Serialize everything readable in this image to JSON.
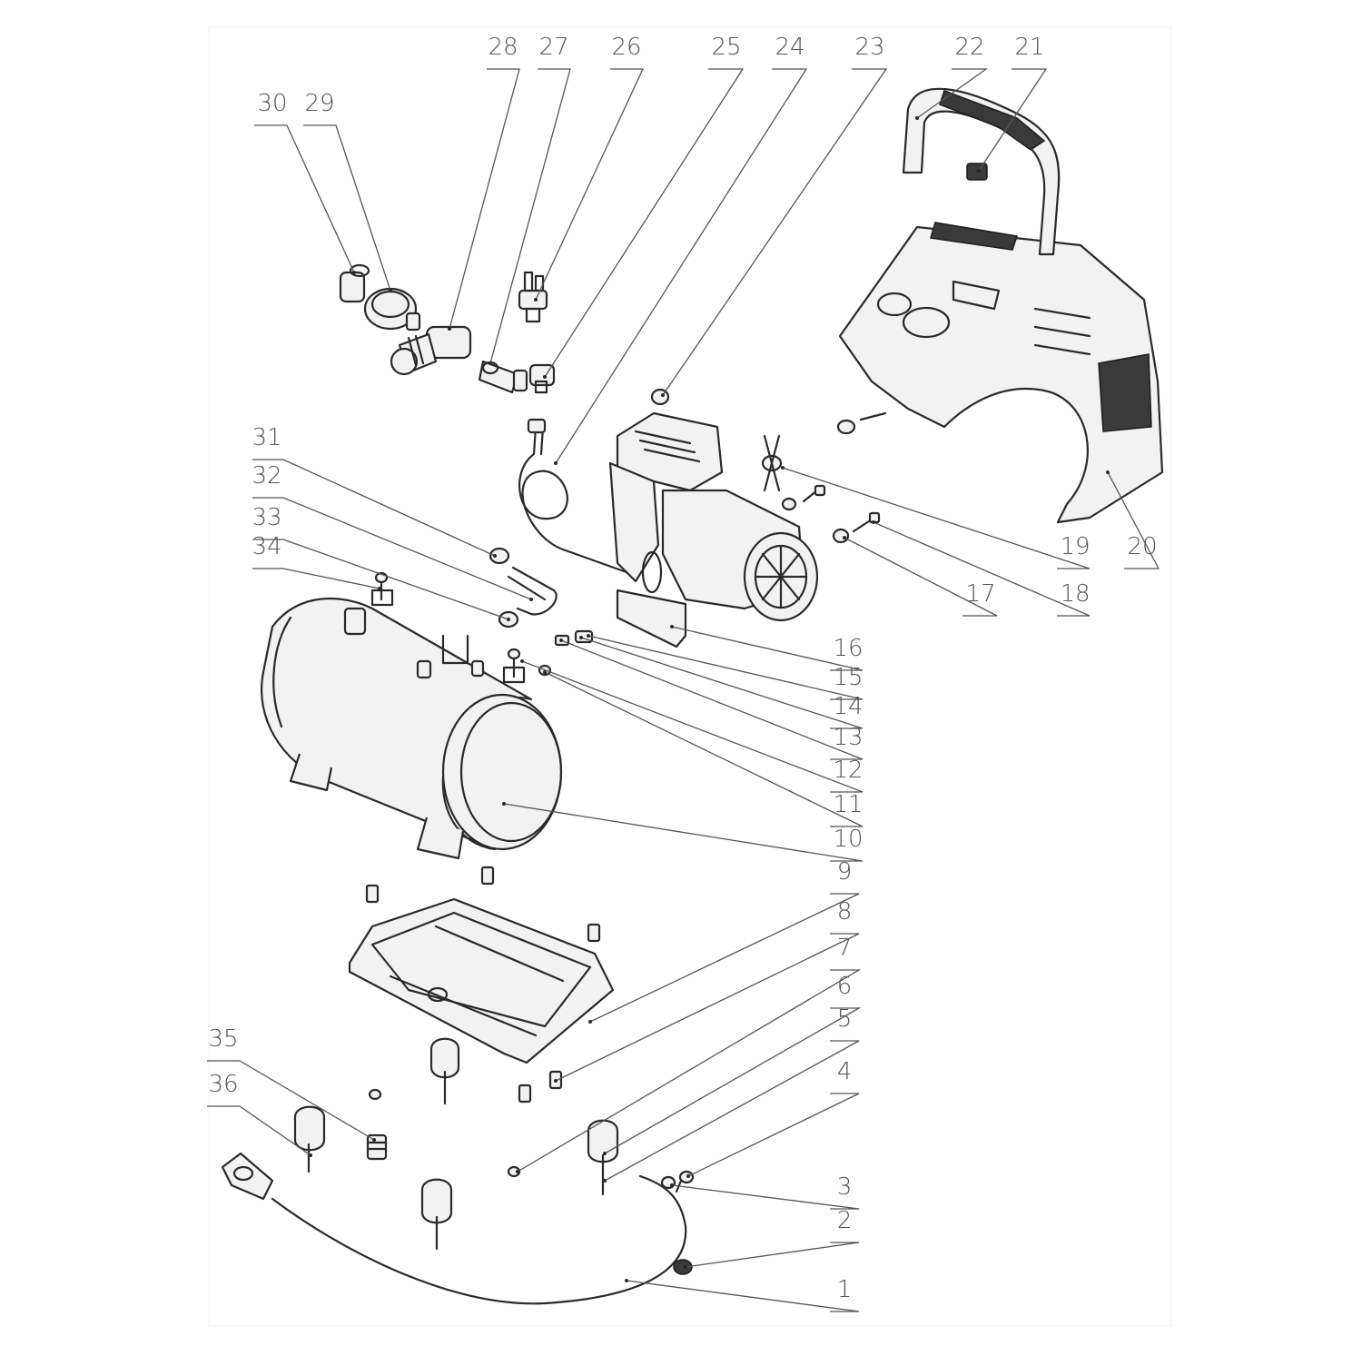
{
  "callouts": [
    "1",
    "2",
    "3",
    "4",
    "5",
    "6",
    "7",
    "8",
    "9",
    "10",
    "11",
    "12",
    "13",
    "14",
    "15",
    "16",
    "17",
    "18",
    "19",
    "20",
    "21",
    "22",
    "23",
    "24",
    "25",
    "26",
    "27",
    "28",
    "29",
    "30",
    "31",
    "32",
    "33",
    "34",
    "35",
    "36"
  ],
  "colors": {
    "line": "#2a2a2a",
    "label": "#555555",
    "background": "#ffffff"
  }
}
